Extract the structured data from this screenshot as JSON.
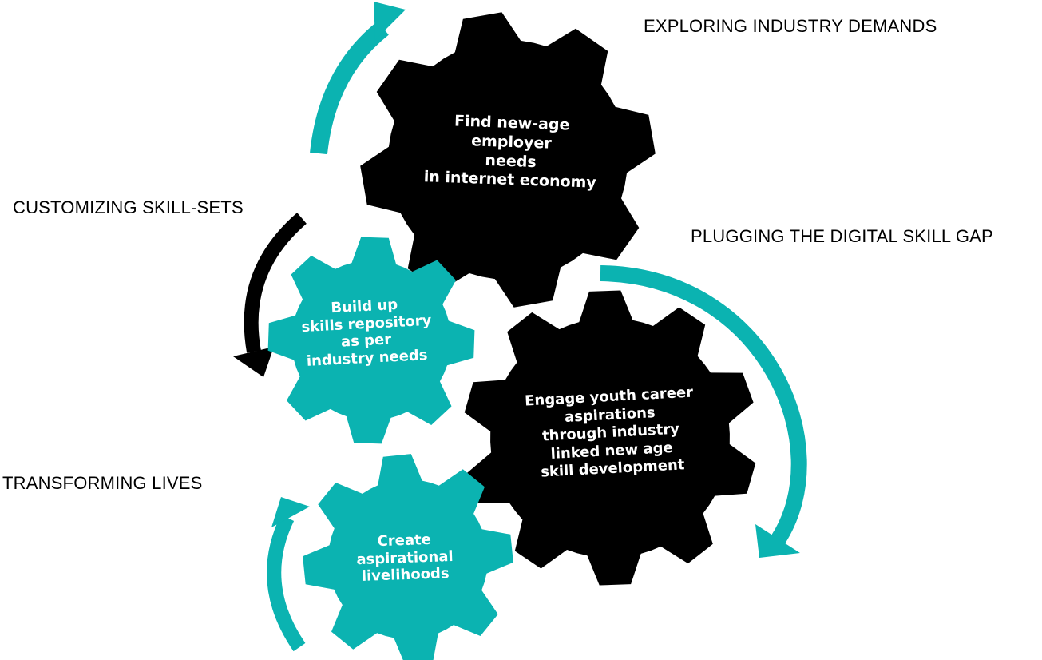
{
  "colors": {
    "teal": "#0BB3B1",
    "black": "#000000",
    "text_on_gear": "#FFFFFF"
  },
  "headings": {
    "exploring": "EXPLORING INDUSTRY DEMANDS",
    "customizing": "CUSTOMIZING SKILL-SETS",
    "plugging": "PLUGGING THE DIGITAL SKILL GAP",
    "transforming": "TRANSFORMING LIVES"
  },
  "gears": {
    "find": {
      "color": "black",
      "lines": [
        "Find new-age",
        "employer",
        "needs",
        "in internet economy"
      ]
    },
    "build": {
      "color": "teal",
      "lines": [
        "Build up",
        "skills  repository",
        "as per",
        "industry  needs"
      ]
    },
    "engage": {
      "color": "black",
      "lines": [
        "Engage youth career",
        "aspirations",
        "through industry",
        "linked  new age",
        "skill development"
      ]
    },
    "create": {
      "color": "teal",
      "lines": [
        "Create",
        "aspirational",
        "livelihoods"
      ]
    }
  },
  "arrows": [
    {
      "name": "exploring-arrow",
      "color": "teal",
      "direction": "up"
    },
    {
      "name": "customizing-arrow",
      "color": "black",
      "direction": "down"
    },
    {
      "name": "plugging-arrow",
      "color": "teal",
      "direction": "down"
    },
    {
      "name": "transforming-arrow",
      "color": "teal",
      "direction": "up"
    }
  ]
}
